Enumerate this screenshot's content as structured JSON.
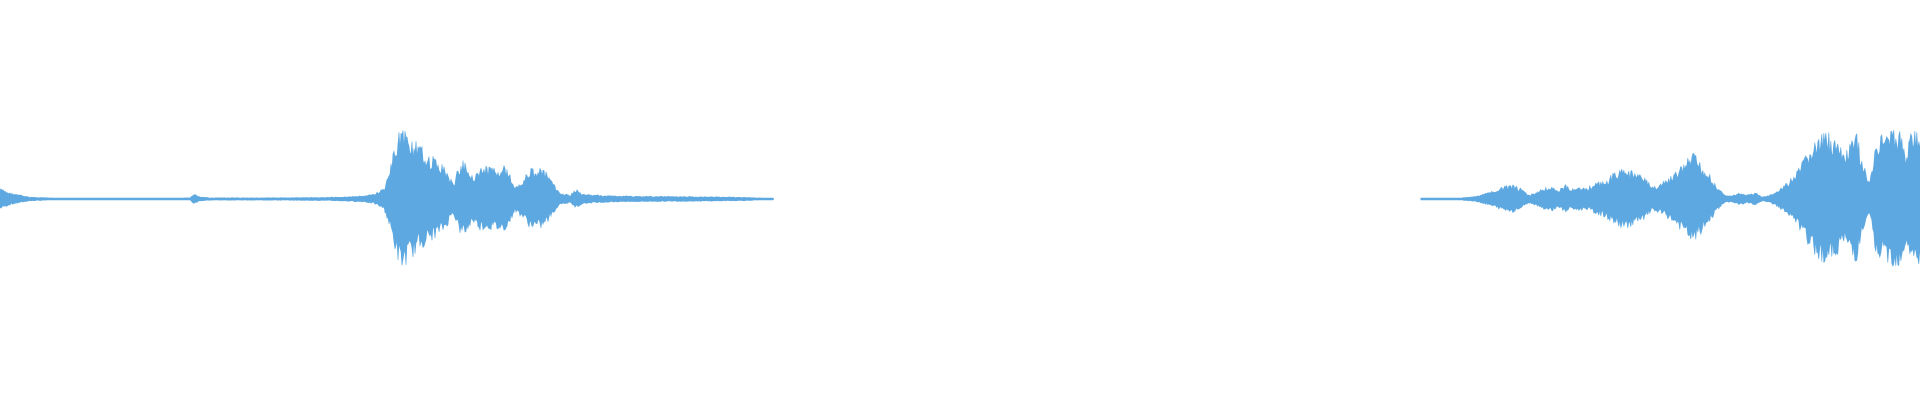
{
  "waveform": {
    "color": "#5DA8E0",
    "background": "#FFFFFF",
    "segments": [
      {
        "name": "segment-1",
        "envelope": [
          [
            0.0,
            0.1
          ],
          [
            0.005,
            0.06
          ],
          [
            0.015,
            0.02
          ],
          [
            0.03,
            0.008
          ],
          [
            0.06,
            0.006
          ],
          [
            0.09,
            0.006
          ],
          [
            0.099,
            0.012
          ],
          [
            0.101,
            0.05
          ],
          [
            0.104,
            0.02
          ],
          [
            0.11,
            0.012
          ],
          [
            0.14,
            0.012
          ],
          [
            0.17,
            0.016
          ],
          [
            0.18,
            0.022
          ],
          [
            0.19,
            0.03
          ],
          [
            0.195,
            0.05
          ],
          [
            0.2,
            0.1
          ],
          [
            0.203,
            0.28
          ],
          [
            0.206,
            0.52
          ],
          [
            0.209,
            0.7
          ],
          [
            0.212,
            0.62
          ],
          [
            0.218,
            0.5
          ],
          [
            0.225,
            0.4
          ],
          [
            0.232,
            0.3
          ],
          [
            0.236,
            0.14
          ],
          [
            0.24,
            0.36
          ],
          [
            0.243,
            0.34
          ],
          [
            0.246,
            0.22
          ],
          [
            0.25,
            0.3
          ],
          [
            0.256,
            0.3
          ],
          [
            0.262,
            0.32
          ],
          [
            0.265,
            0.26
          ],
          [
            0.268,
            0.12
          ],
          [
            0.272,
            0.18
          ],
          [
            0.276,
            0.28
          ],
          [
            0.281,
            0.3
          ],
          [
            0.285,
            0.24
          ],
          [
            0.289,
            0.12
          ],
          [
            0.292,
            0.05
          ],
          [
            0.297,
            0.04
          ],
          [
            0.3,
            0.09
          ],
          [
            0.303,
            0.05
          ],
          [
            0.308,
            0.04
          ],
          [
            0.32,
            0.03
          ],
          [
            0.34,
            0.026
          ],
          [
            0.37,
            0.022
          ],
          [
            0.39,
            0.016
          ],
          [
            0.403,
            0.004
          ]
        ]
      },
      {
        "name": "segment-2",
        "envelope": [
          [
            0.74,
            0.002
          ],
          [
            0.76,
            0.008
          ],
          [
            0.77,
            0.03
          ],
          [
            0.778,
            0.08
          ],
          [
            0.784,
            0.12
          ],
          [
            0.788,
            0.13
          ],
          [
            0.792,
            0.1
          ],
          [
            0.796,
            0.04
          ],
          [
            0.8,
            0.06
          ],
          [
            0.804,
            0.1
          ],
          [
            0.808,
            0.12
          ],
          [
            0.812,
            0.08
          ],
          [
            0.815,
            0.14
          ],
          [
            0.818,
            0.1
          ],
          [
            0.822,
            0.12
          ],
          [
            0.826,
            0.1
          ],
          [
            0.83,
            0.14
          ],
          [
            0.836,
            0.18
          ],
          [
            0.842,
            0.26
          ],
          [
            0.846,
            0.3
          ],
          [
            0.85,
            0.26
          ],
          [
            0.856,
            0.22
          ],
          [
            0.86,
            0.12
          ],
          [
            0.864,
            0.14
          ],
          [
            0.868,
            0.18
          ],
          [
            0.873,
            0.26
          ],
          [
            0.878,
            0.36
          ],
          [
            0.882,
            0.44
          ],
          [
            0.886,
            0.34
          ],
          [
            0.89,
            0.24
          ],
          [
            0.894,
            0.12
          ],
          [
            0.898,
            0.04
          ],
          [
            0.902,
            0.03
          ],
          [
            0.906,
            0.06
          ],
          [
            0.91,
            0.04
          ],
          [
            0.914,
            0.06
          ],
          [
            0.918,
            0.02
          ],
          [
            0.922,
            0.04
          ],
          [
            0.926,
            0.08
          ],
          [
            0.93,
            0.14
          ],
          [
            0.936,
            0.26
          ],
          [
            0.94,
            0.4
          ],
          [
            0.945,
            0.54
          ],
          [
            0.95,
            0.62
          ],
          [
            0.955,
            0.6
          ],
          [
            0.96,
            0.44
          ],
          [
            0.963,
            0.5
          ],
          [
            0.967,
            0.62
          ],
          [
            0.97,
            0.34
          ],
          [
            0.974,
            0.16
          ],
          [
            0.977,
            0.58
          ],
          [
            0.982,
            0.6
          ],
          [
            0.986,
            0.66
          ],
          [
            0.99,
            0.64
          ],
          [
            0.993,
            0.44
          ],
          [
            0.996,
            0.66
          ],
          [
            1.0,
            0.64
          ]
        ]
      }
    ]
  }
}
